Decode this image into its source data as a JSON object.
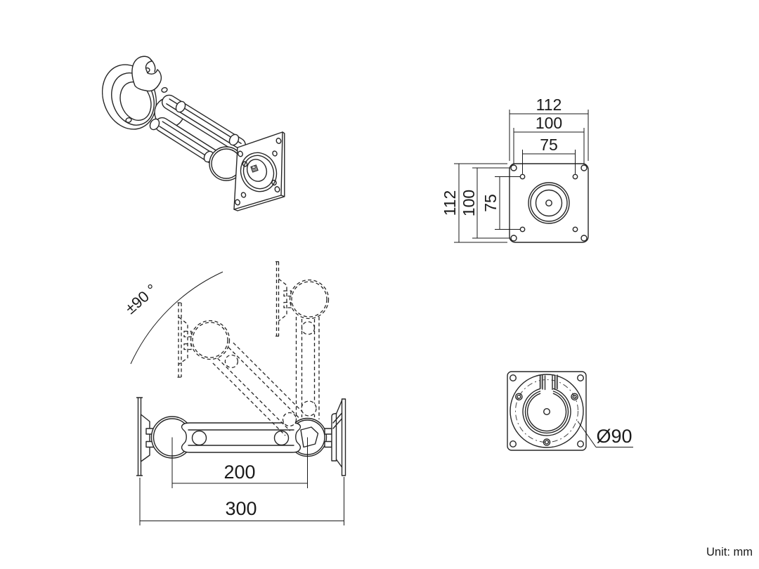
{
  "figure": {
    "type": "technical-drawing",
    "subject": "monitor wall mount swivel arm with VESA plate",
    "views": {
      "isometric": {
        "description": "isometric view of wall-mount arm assembly"
      },
      "vesa_front": {
        "dims_top": [
          "112",
          "100",
          "75"
        ],
        "dims_left": [
          "112",
          "100",
          "75"
        ]
      },
      "swivel_top": {
        "rotation": "±90 °",
        "dim_pivot_span": "200",
        "dim_overall": "300"
      },
      "wall_plate_rear": {
        "dim_bolt_circle": "Ø90"
      }
    },
    "footer": {
      "unit_note": "Unit: mm"
    },
    "colors": {
      "line": "#262626",
      "dim": "#1a1a1a",
      "shade": "#c4c4c4",
      "background": "#ffffff"
    }
  }
}
